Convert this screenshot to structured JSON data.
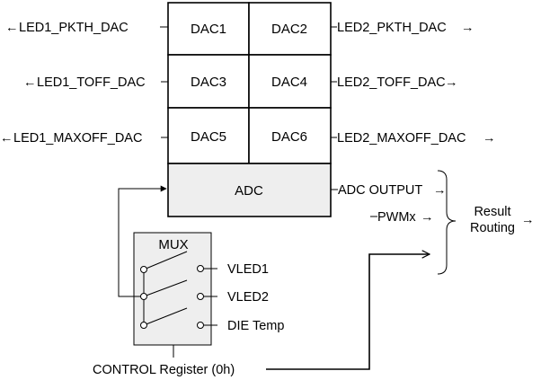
{
  "dac_grid": {
    "cells": [
      "DAC1",
      "DAC2",
      "DAC3",
      "DAC4",
      "DAC5",
      "DAC6"
    ],
    "adc": "ADC"
  },
  "left_signals": [
    "LED1_PKTH_DAC",
    "LED1_TOFF_DAC",
    "LED1_MAXOFF_DAC"
  ],
  "right_signals": [
    "LED2_PKTH_DAC",
    "LED2_TOFF_DAC",
    "LED2_MAXOFF_DAC"
  ],
  "adc_output": "ADC OUTPUT",
  "pwm": "PWMx",
  "result_routing": [
    "Result",
    "Routing"
  ],
  "mux": {
    "title": "MUX",
    "inputs": [
      "VLED1",
      "VLED2",
      "DIE Temp"
    ]
  },
  "control_register": "CONTROL Register (0h)"
}
